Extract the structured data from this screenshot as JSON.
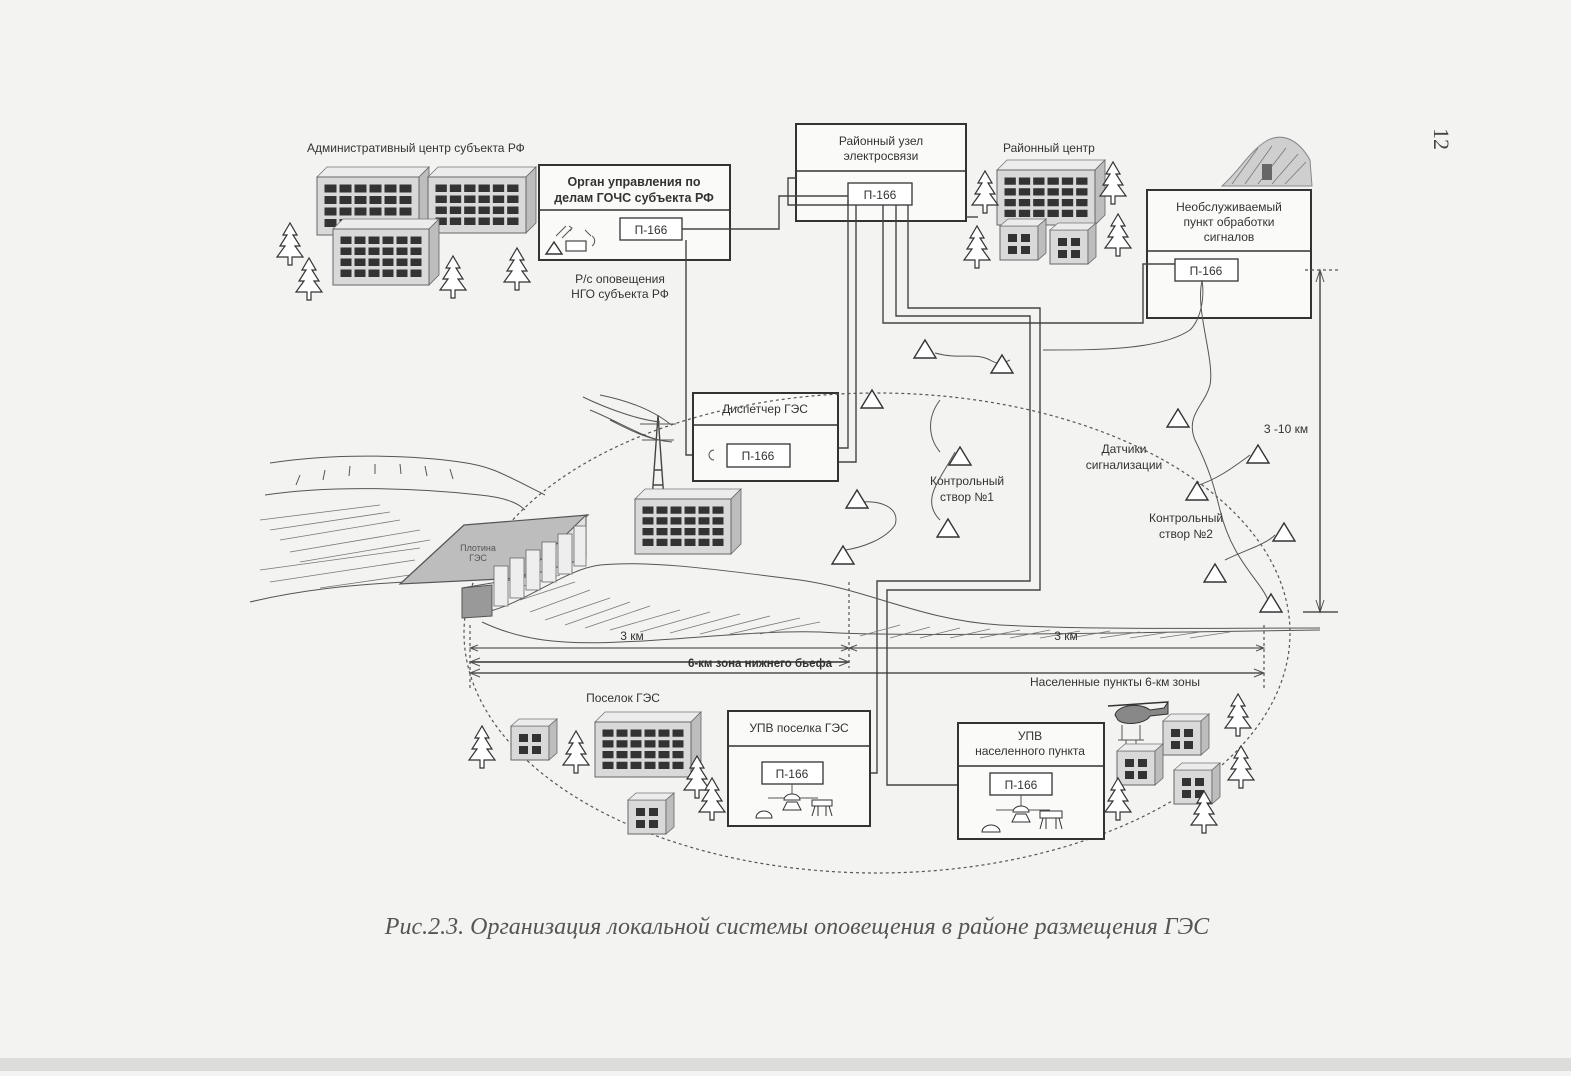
{
  "page_number": "12",
  "labels": {
    "admin_center": "Административный центр субъекта РФ",
    "gochs_body": [
      "Орган управления по",
      "делам ГОЧС субъекта РФ"
    ],
    "p166": "П-166",
    "district_node": [
      "Районный узел",
      "электросвязи"
    ],
    "district_center": "Районный центр",
    "unattended_point": [
      "Необслуживаемый",
      "пункт обработки",
      "сигналов"
    ],
    "radio_station": [
      "Р/с оповещения",
      "НГО субъекта РФ"
    ],
    "dispatcher": "Диспетчер ГЭС",
    "control_section_1": [
      "Контрольный",
      "створ №1"
    ],
    "sensors": [
      "Датчики",
      "сигнализации"
    ],
    "control_section_2": [
      "Контрольный",
      "створ №2"
    ],
    "distance_3_10": "3 -10 км",
    "dam": [
      "Плотина",
      "ГЭС"
    ],
    "km3_a": "3 км",
    "km3_b": "3 км",
    "zone_6km": "6-км зона нижнего бьефа",
    "settlements_6km": "Населенные пункты 6-км зоны",
    "village": "Поселок ГЭС",
    "upv_village": "УПВ поселка ГЭС",
    "upv_settlement": [
      "УПВ",
      "населенного пункта"
    ]
  },
  "caption": "Рис.2.3. Организация локальной системы оповещения в районе размещения ГЭС",
  "icons": {
    "tree": "tree-icon",
    "building": "building-icon",
    "triangle": "sensor-triangle-icon",
    "helicopter": "helicopter-icon",
    "loudspeaker": "loudspeaker-icon",
    "antenna": "antenna-icon",
    "tower": "power-tower-icon"
  }
}
